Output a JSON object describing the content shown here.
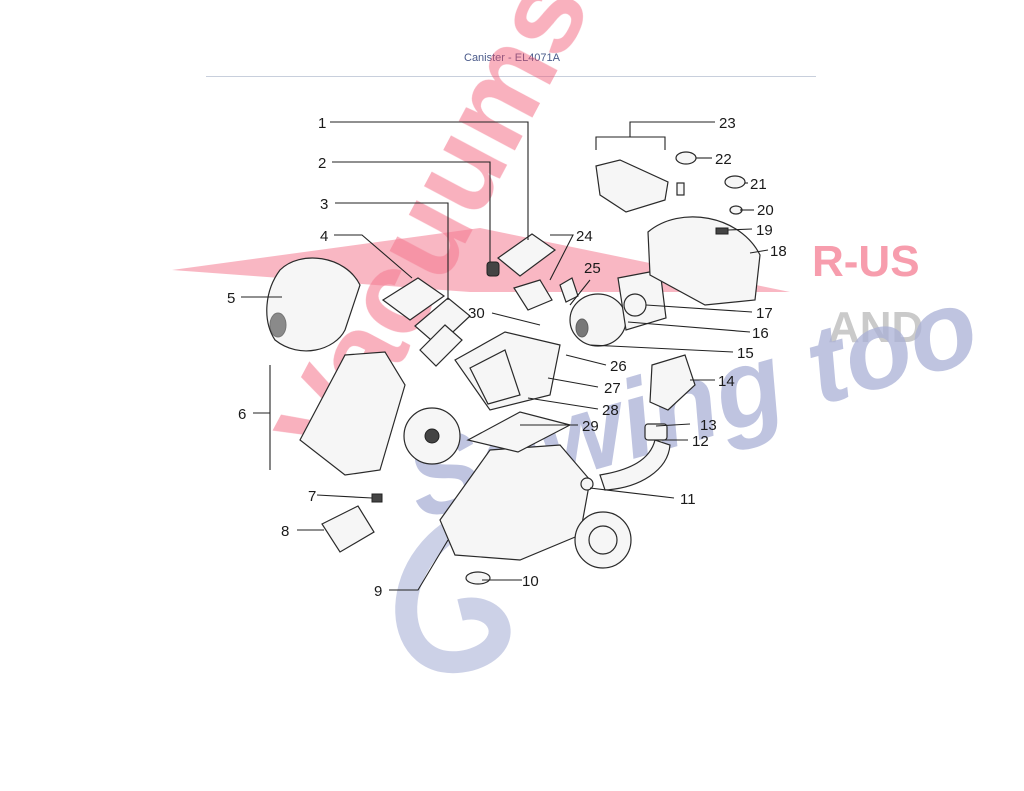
{
  "header": {
    "title": "Canister - EL4071A"
  },
  "watermark": {
    "line1": "Vacuums",
    "line2": "R-US",
    "line3": "AND",
    "line4": "Sewing too",
    "colors": {
      "red": "#f0506e",
      "gray": "#b8b8b8",
      "blue": "#8e97c9"
    }
  },
  "callouts": {
    "c1": "1",
    "c2": "2",
    "c3": "3",
    "c4": "4",
    "c5": "5",
    "c6": "6",
    "c7": "7",
    "c8": "8",
    "c9": "9",
    "c10": "10",
    "c11": "11",
    "c12": "12",
    "c13": "13",
    "c14": "14",
    "c15": "15",
    "c16": "16",
    "c17": "17",
    "c18": "18",
    "c19": "19",
    "c20": "20",
    "c21": "21",
    "c22": "22",
    "c23": "23",
    "c24": "24",
    "c25": "25",
    "c26": "26",
    "c27": "27",
    "c28": "28",
    "c29": "29",
    "c30": "30"
  }
}
